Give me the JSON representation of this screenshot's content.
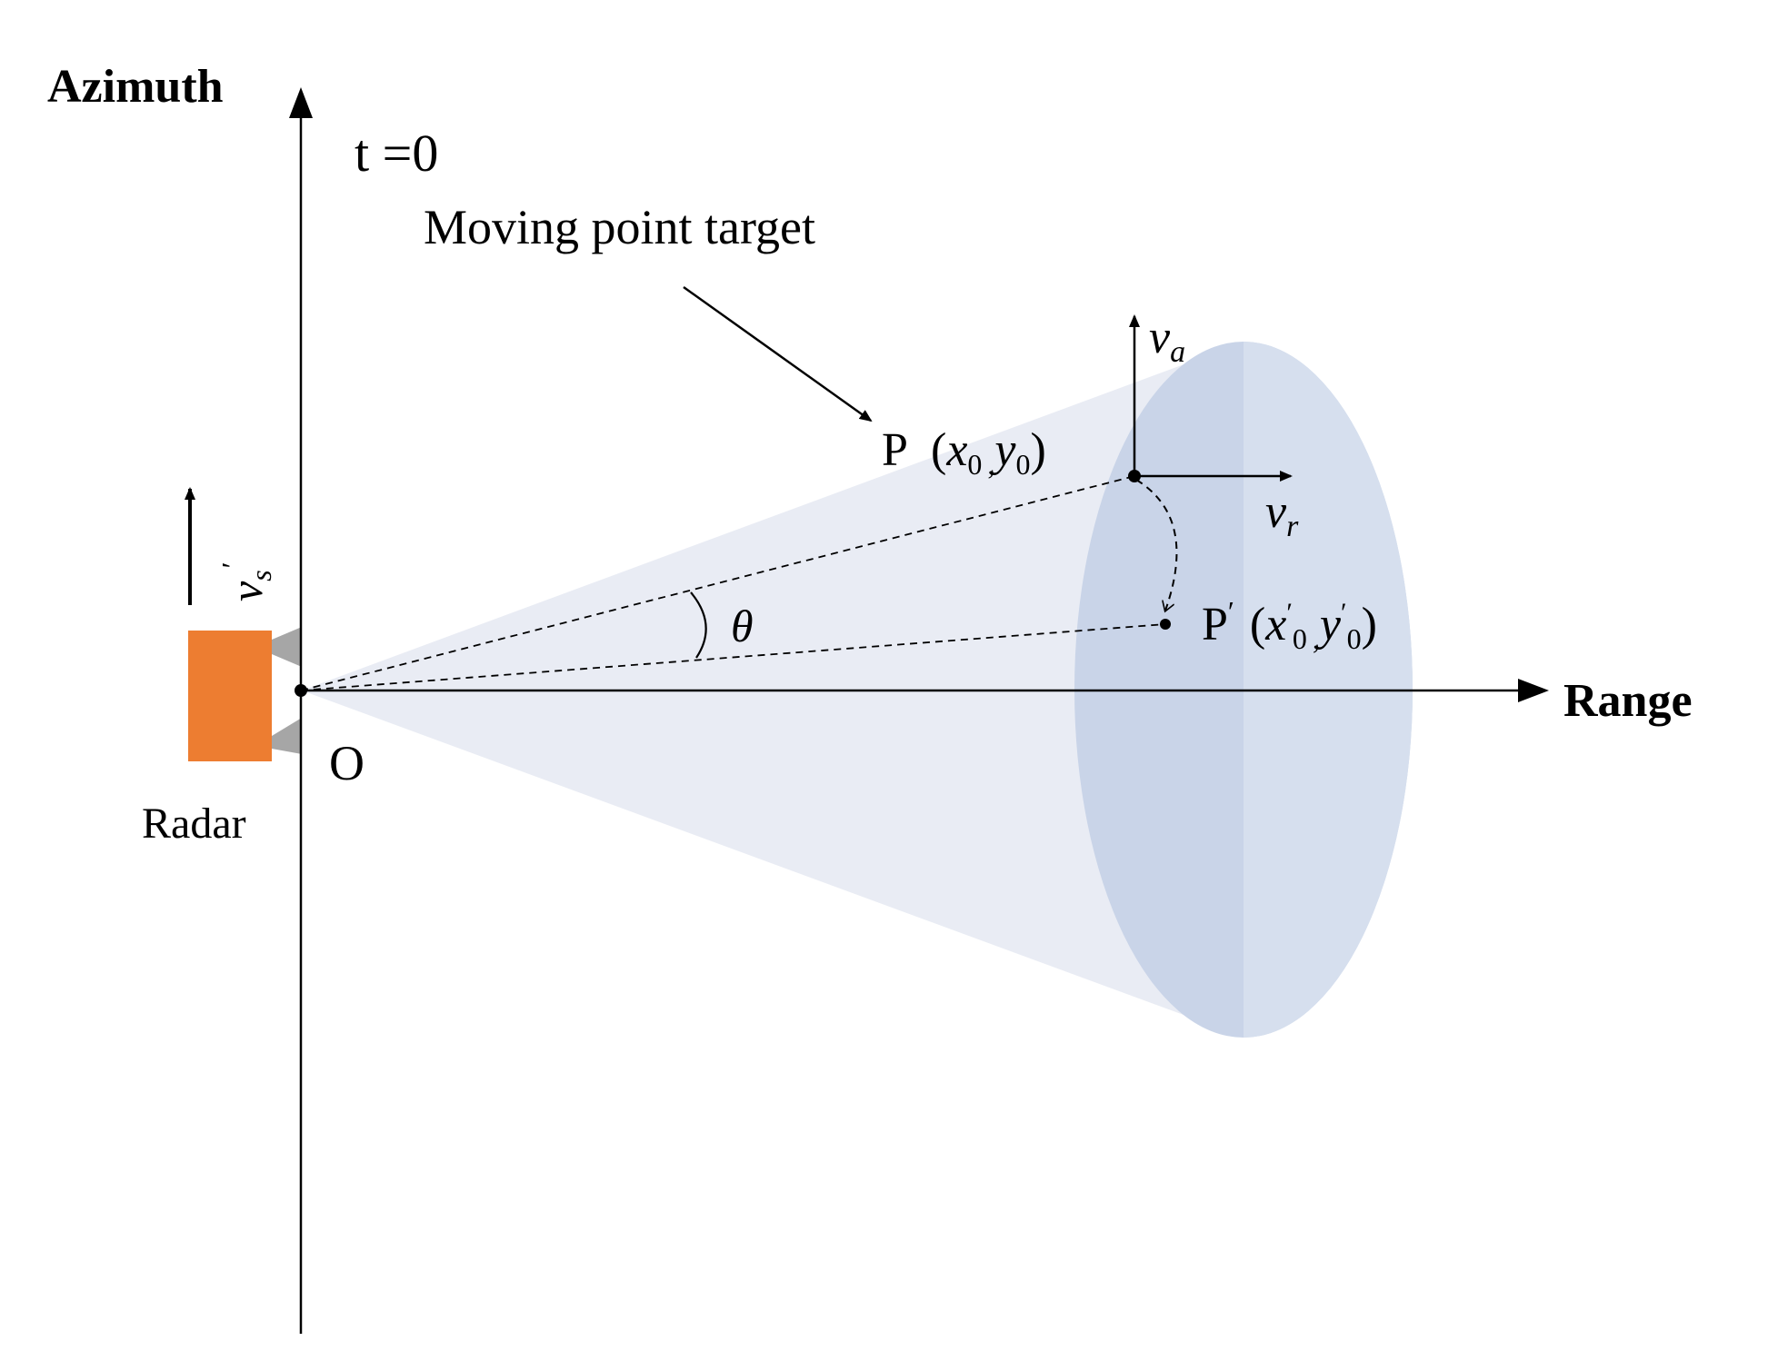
{
  "labels": {
    "azimuth": "Azimuth",
    "range": "Range",
    "time": "t =0",
    "moving_target": "Moving point target",
    "origin": "O",
    "radar": "Radar",
    "theta": "θ"
  },
  "point_p": {
    "name": "P",
    "x_sym": "x",
    "x_sub": "0",
    "sep": ",",
    "y_sym": "y",
    "y_sub": "0"
  },
  "point_p_prime": {
    "name": "P",
    "prime": "′",
    "x_sym": "x",
    "x_sub": "0",
    "sep": ",",
    "y_sym": "y",
    "y_sub": "0"
  },
  "velocities": {
    "azimuth": {
      "sym": "v",
      "sub": "a"
    },
    "range": {
      "sym": "v",
      "sub": "r"
    },
    "sensor": {
      "sym": "v",
      "sub": "s",
      "prime": "′"
    }
  },
  "colors": {
    "beam_cone": "#e9ecf4",
    "beam_ellipse": "#c9d4e8",
    "beam_ellipse_right": "#d6dfee",
    "radar_body": "#ed7d31",
    "radar_horn": "#a6a6a6",
    "axis": "#000000"
  }
}
